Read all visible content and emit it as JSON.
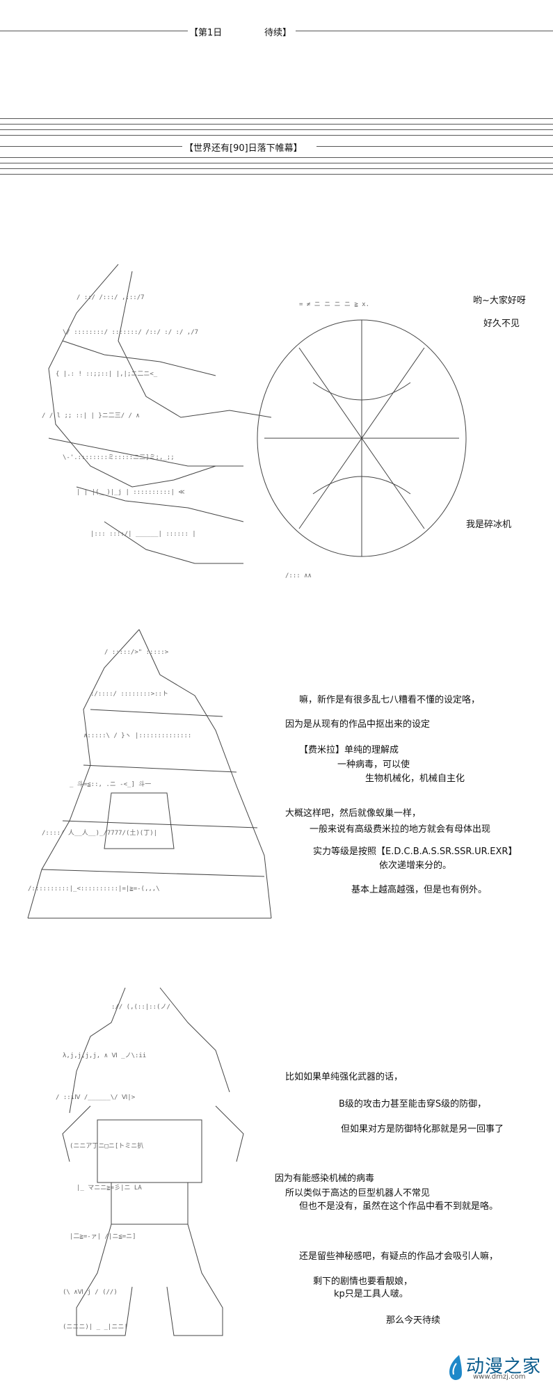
{
  "header": {
    "chapter": "【第1日",
    "status": "待续】",
    "banner": "【世界还有[90]日落下帷幕】"
  },
  "captions": [
    "哟~大家好呀",
    "好久不见",
    "我是碎冰机",
    "嘛，新作是有很多乱七八糟看不懂的设定咯，",
    "因为是从现有的作品中抠出来的设定",
    "【费米拉】单纯的理解成",
    "一种病毒，可以使",
    "生物机械化，机械自主化",
    "大概这样吧，然后就像蚁巢一样，",
    "一般来说有高级费米拉的地方就会有母体出现",
    "实力等级是按照【E.D.C.B.A.S.SR.SSR.UR.EXR】",
    "依次递增来分的。",
    "基本上越高越强，但是也有例外。",
    "比如如果单纯强化武器的话，",
    "B级的攻击力甚至能击穿S级的防御，",
    "但如果对方是防御特化那就是另一回事了",
    "因为有能感染机械的病毒",
    "所以类似于高达的巨型机器人不常见",
    "但也不是没有，虽然在这个作品中看不到就是咯。",
    "还是留些神秘感吧，有疑点的作品才会吸引人嘛，",
    "剩下的剧情也要看靓娘，",
    "kp只是工具人啵。",
    "那么今天待续"
  ],
  "watermark": {
    "name": "动漫之家",
    "url": "www.dmzj.com"
  },
  "colors": {
    "logo": "#0a5b8c",
    "text": "#111111"
  }
}
